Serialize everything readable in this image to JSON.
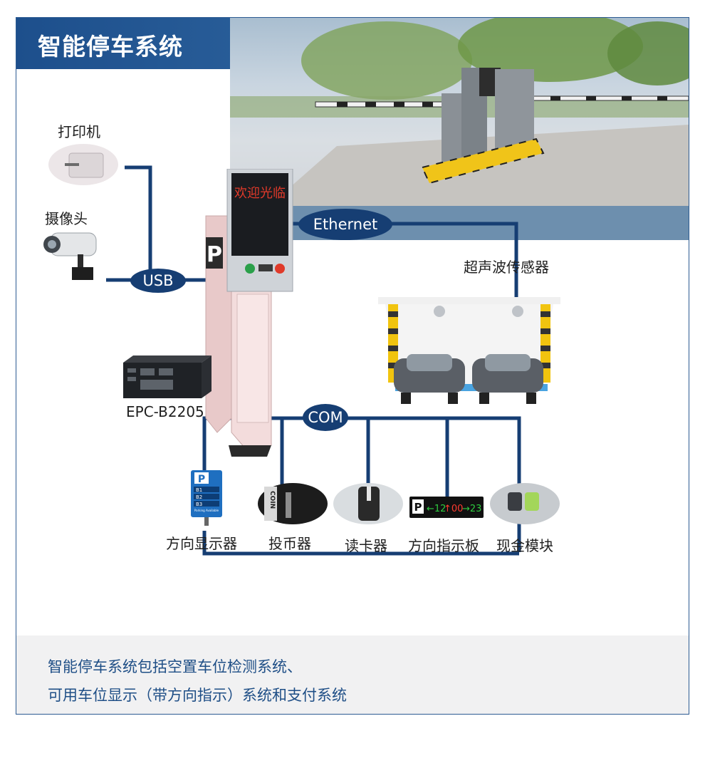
{
  "header": {
    "title": "智能停车系统"
  },
  "kiosk": {
    "led_text": "欢迎光临",
    "p_sign": "P"
  },
  "devices": {
    "printer": "打印机",
    "camera": "摄像头",
    "controller": "EPC-B2205",
    "sensor": "超声波传感器",
    "direction_display": "方向显示器",
    "coin_acceptor": "投币器",
    "card_reader": "读卡器",
    "direction_board": "方向指示板",
    "cash_module": "现金模块"
  },
  "connections": {
    "ethernet": "Ethernet",
    "usb": "USB",
    "com": "COM"
  },
  "direction_display_panel": {
    "p": "P",
    "rows": [
      "B1",
      "B2",
      "B3"
    ],
    "footer": "Parking Available"
  },
  "direction_board_panel": {
    "p": "P",
    "left": "←12",
    "mid": "↑00",
    "right": "→23"
  },
  "coin_text": "COIN",
  "footer": {
    "line1": "智能停车系统包括空置车位检测系统、",
    "line2": "可用车位显示（带方向指示）系统和支付系统"
  },
  "colors": {
    "brand": "#163e73",
    "accent_red": "#e03a2a",
    "kiosk_body": "#f0d9d9"
  }
}
